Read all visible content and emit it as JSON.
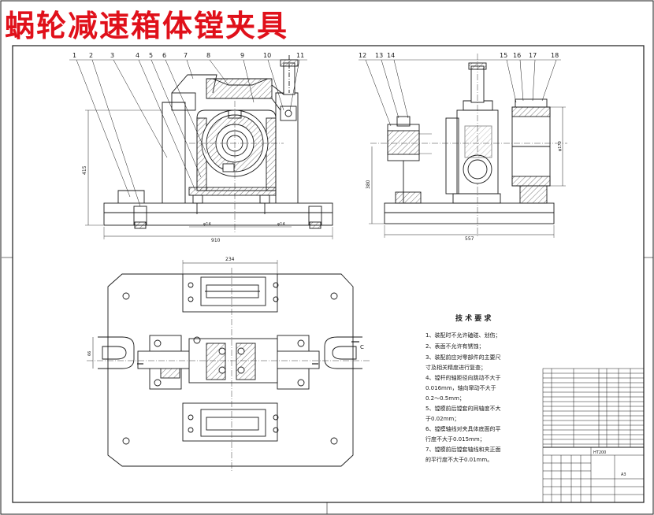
{
  "title": "蜗轮减速箱体镗夹具",
  "colors": {
    "title": "#e0101a",
    "line": "#1a1a1a",
    "center": "#3a3a3a"
  },
  "balloons": [
    "1",
    "2",
    "3",
    "4",
    "5",
    "6",
    "7",
    "8",
    "9",
    "10",
    "11",
    "12",
    "13",
    "14",
    "15",
    "16",
    "17",
    "18"
  ],
  "dims": {
    "front_height": "415",
    "front_w1": "φ14",
    "front_w2": "φ14",
    "front_width": "910",
    "side_height": "380",
    "side_width": "557",
    "side_bore": "φ170",
    "top_width": "234",
    "plan_left_height": "66"
  },
  "sections": {
    "c": "C"
  },
  "requirements": {
    "heading": "技 术 要 求",
    "lines": [
      "1、装配时不允许磕碰、划伤；",
      "2、表面不允许有锈蚀；",
      "3、装配前应对零部件的主要尺",
      "寸及相关精度进行复查；",
      "4、镗杆的轴距径向跳动不大于",
      "0.016mm，轴向窜动不大于",
      "0.2～0.5mm；",
      "5、镗模前后镗套的同轴度不大",
      "于0.02mm；",
      "6、镗模轴线对夹具体底面的平",
      "行度不大于0.015mm；",
      "7、镗模前后镗套轴线和夹正面",
      "的平行度不大于0.01mm。"
    ]
  },
  "title_block": {
    "material": "HT200",
    "sheet_size": "A3"
  }
}
